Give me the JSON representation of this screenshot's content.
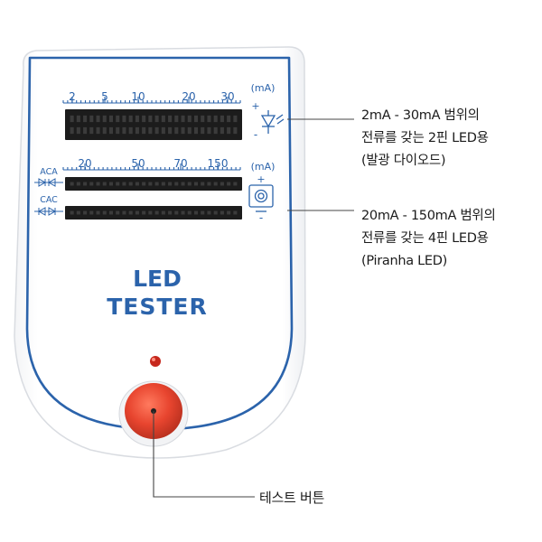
{
  "device": {
    "title_line1": "LED",
    "title_line2": "TESTER",
    "top_scale": {
      "ticks": [
        "2",
        "5",
        "10",
        "20",
        "30"
      ],
      "unit": "(mA)"
    },
    "bottom_scale": {
      "ticks": [
        "20",
        "50",
        "70",
        "150"
      ],
      "unit": "(mA)"
    },
    "row_labels": {
      "aca": "ACA",
      "cac": "CAC"
    },
    "signs": {
      "plus_top": "+",
      "minus_top": "-",
      "plus_mid": "+",
      "minus_mid": "-"
    },
    "colors": {
      "body": "#ffffff",
      "border": "#2b63ab",
      "text_blue": "#2b63ab",
      "socket": "#1c1c1c",
      "button": "#e8452f",
      "indicator": "#d42b20",
      "leader": "#444444"
    },
    "icons": {
      "top_symbol": "diode-led-icon",
      "mid_symbol": "piranha-led-icon"
    }
  },
  "callouts": {
    "top": {
      "line1": "2mA - 30mA 범위의",
      "line2": "전류를 갖는 2핀 LED용",
      "line3": "(발광 다이오드)"
    },
    "mid": {
      "line1": "20mA - 150mA 범위의",
      "line2": "전류를 갖는 4핀 LED용",
      "line3": "(Piranha LED)"
    },
    "button": {
      "label": "테스트 버튼"
    }
  }
}
